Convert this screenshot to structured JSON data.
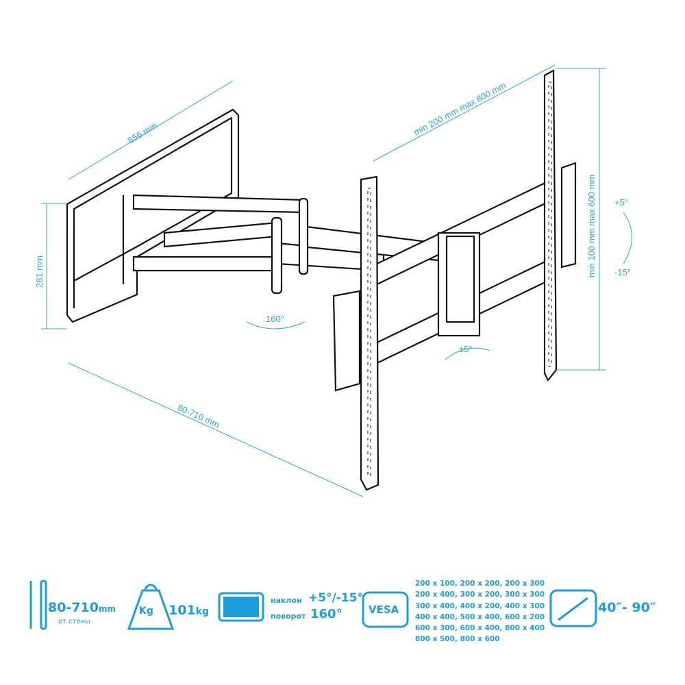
{
  "dimensions": {
    "plate_width": "656 mm",
    "plate_height": "261 mm",
    "extension": "80-710 mm",
    "vesa_horizontal": "min 200 mm max 800 mm",
    "vesa_vertical": "min 100 mm max 600 mm",
    "tilt_up": "+5°",
    "tilt_down": "-15°",
    "swivel": "160°",
    "rotate": "±5°"
  },
  "specs": {
    "distance_value": "80-710",
    "distance_unit": "mm",
    "distance_caption": "от стены",
    "weight_icon_label": "Kg",
    "weight_value": "101",
    "weight_unit": "kg",
    "tilt_label": "наклон",
    "tilt_value": "+5°/-15°",
    "swivel_label": "поворот",
    "swivel_value": "160°",
    "vesa_icon_label": "VESA",
    "vesa_lines": [
      "200 x 100, 200 x 200, 200 x 300",
      "200 x 400, 300 x 200, 300 x 300",
      "300 x 400, 400 x 200, 400 x 300",
      "400 x 400, 500 x 400, 600 x 200",
      "600 x 300, 600 x 400, 800 x 400",
      "800 x 500, 800 x 600"
    ],
    "screen_size": "40″- 90″"
  },
  "colors": {
    "accent": "#1b9fdc",
    "line": "#111111"
  }
}
